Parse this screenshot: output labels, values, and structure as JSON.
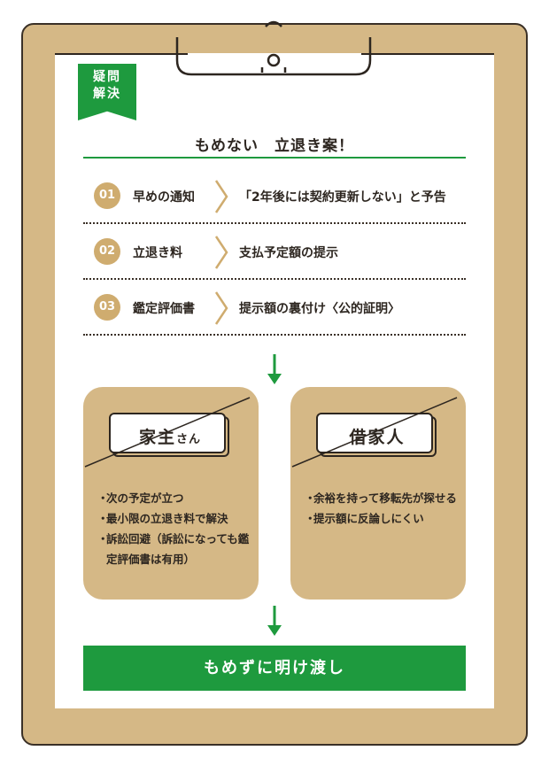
{
  "tag": {
    "label": "疑問\n解決"
  },
  "title": "もめない　立退き案！",
  "steps": [
    {
      "num": "01",
      "label": "早めの通知",
      "desc": "「2年後には契約更新しない」と予告"
    },
    {
      "num": "02",
      "label": "立退き料",
      "desc": "支払予定額の提示"
    },
    {
      "num": "03",
      "label": "鑑定評価書",
      "desc": "提示額の裏付け〈公的証明〉"
    }
  ],
  "cards": [
    {
      "title": "家主",
      "title_suffix": "さん",
      "bullet": "・",
      "items": [
        "次の予定が立つ",
        "最小限の立退き料で解決",
        "訴訟回避（訴訟になっても鑑定評価書は有用）"
      ]
    },
    {
      "title": "借家人",
      "title_suffix": "",
      "bullet": "・",
      "items": [
        "余裕を持って移転先が探せる",
        "提示額に反論しにくい"
      ]
    }
  ],
  "result": "もめずに明け渡し",
  "colors": {
    "board": "#d5b886",
    "green": "#1e9a3e",
    "badge": "#cfac6f",
    "text": "#2d2620"
  }
}
